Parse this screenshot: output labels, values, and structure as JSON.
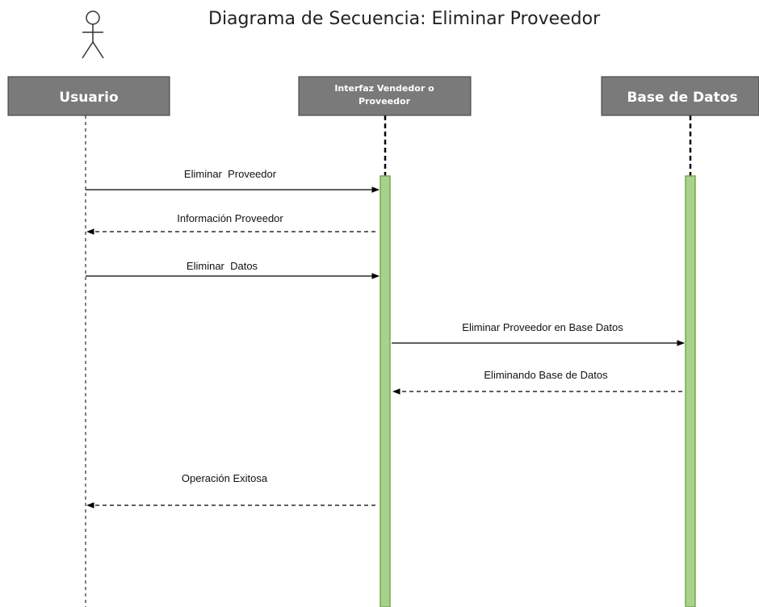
{
  "diagram": {
    "title": "Diagrama de Secuencia: Eliminar Proveedor",
    "participants": [
      {
        "id": "usuario",
        "label_lines": [
          "Usuario"
        ]
      },
      {
        "id": "interfaz",
        "label_lines": [
          "Interfaz Vendedor o",
          "Proveedor"
        ]
      },
      {
        "id": "bd",
        "label_lines": [
          "Base de Datos"
        ]
      }
    ],
    "messages": [
      {
        "label": "Eliminar  Proveedor",
        "from": "usuario",
        "to": "interfaz",
        "style": "solid"
      },
      {
        "label": "Información Proveedor",
        "from": "interfaz",
        "to": "usuario",
        "style": "dashed"
      },
      {
        "label": "Eliminar  Datos",
        "from": "usuario",
        "to": "interfaz",
        "style": "solid"
      },
      {
        "label": "Eliminar Proveedor en Base Datos",
        "from": "interfaz",
        "to": "bd",
        "style": "solid"
      },
      {
        "label": "Eliminando Base de Datos",
        "from": "bd",
        "to": "interfaz",
        "style": "dashed"
      },
      {
        "label": "Operación Exitosa",
        "from": "interfaz",
        "to": "usuario",
        "style": "dashed"
      }
    ],
    "colors": {
      "participant_box": "#7a7a7a",
      "participant_box_border": "#3a3a3a",
      "activation_fill": "#a9d18e",
      "activation_border": "#70ad47",
      "line": "#000000"
    }
  }
}
